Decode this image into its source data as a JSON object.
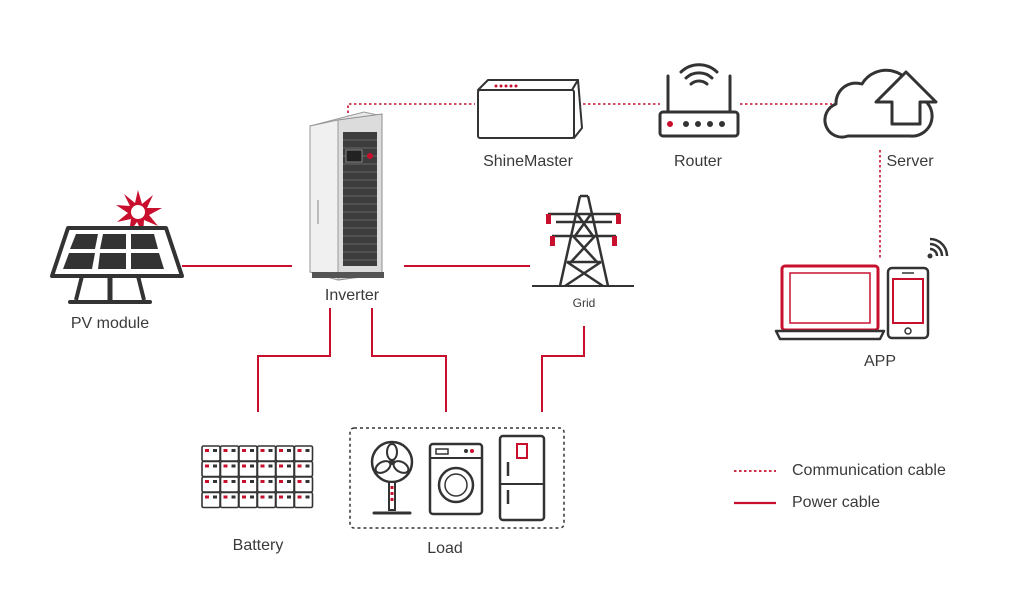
{
  "colors": {
    "accent_red": "#c8102e",
    "line_gray": "#444444",
    "panel_dark": "#333333",
    "cabinet_light": "#e6e6e6"
  },
  "icons": [
    "solar-panel-icon",
    "sun-icon",
    "inverter-cabinet-icon",
    "shinemaster-icon",
    "router-icon",
    "cloud-upload-icon",
    "transmission-tower-icon",
    "laptop-icon",
    "smartphone-icon",
    "wifi-icon",
    "battery-bank-icon",
    "fan-icon",
    "washing-machine-icon",
    "refrigerator-icon"
  ],
  "nodes": {
    "pv_module": "PV module",
    "inverter": "Inverter",
    "shinemaster": "ShineMaster",
    "router": "Router",
    "server": "Server",
    "grid": "Grid",
    "app": "APP",
    "battery": "Battery",
    "load": "Load"
  },
  "legend": {
    "communication": "Communication cable",
    "power": "Power cable"
  }
}
